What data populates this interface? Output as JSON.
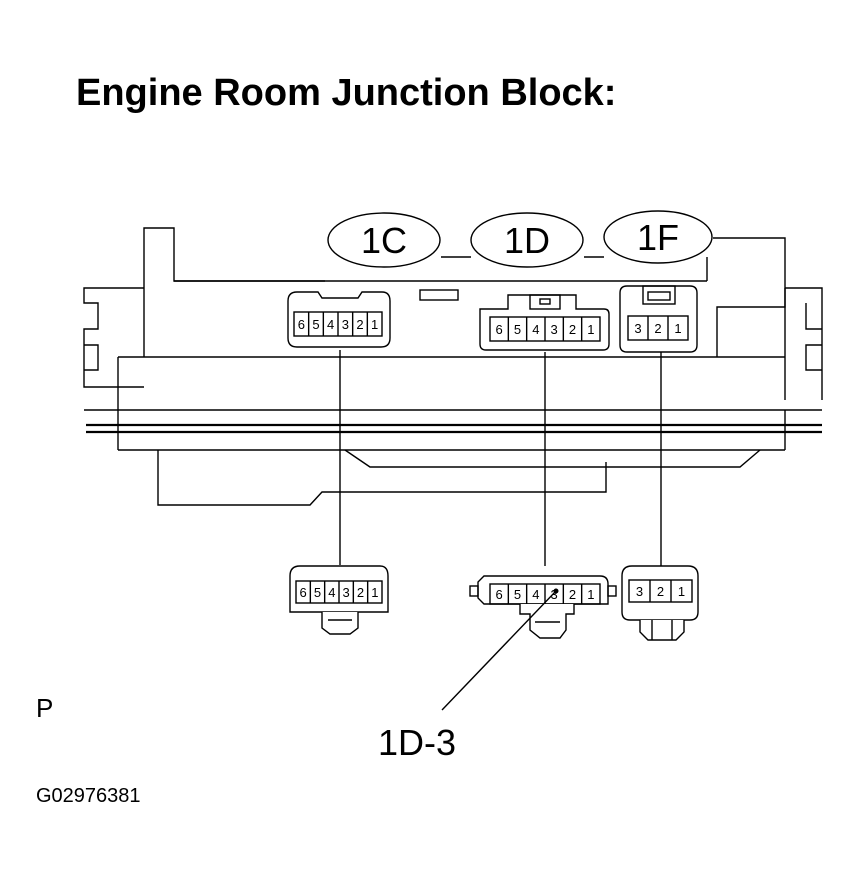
{
  "title": "Engine Room Junction Block:",
  "connector_labels": [
    "1C",
    "1D",
    "1F"
  ],
  "connector_1C_pins": [
    "6",
    "5",
    "4",
    "3",
    "2",
    "1"
  ],
  "connector_1D_pins": [
    "6",
    "5",
    "4",
    "3",
    "2",
    "1"
  ],
  "connector_1F_pins": [
    "3",
    "2",
    "1"
  ],
  "callout": "1D-3",
  "view_letter": "P",
  "figure_code": "G02976381"
}
